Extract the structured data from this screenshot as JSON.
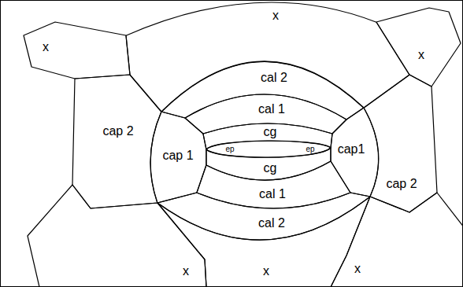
{
  "diagram": {
    "nodes": [
      {
        "text": [
          "x"
        ]
      },
      {
        "text": [
          "x"
        ]
      },
      {
        "text": [
          "x"
        ]
      },
      {
        "text": [
          "cal 2"
        ]
      },
      {
        "text": [
          "cap 2"
        ]
      },
      {
        "text": [
          "cal 1"
        ]
      },
      {
        "text": [
          "cap 1"
        ]
      },
      {
        "text": [
          "cg"
        ]
      },
      {
        "text": [
          "cap1"
        ]
      },
      {
        "text": [
          "ep",
          "ep"
        ]
      },
      {
        "text": [
          "cg"
        ]
      },
      {
        "text": [
          "cal 1"
        ]
      },
      {
        "text": [
          "cap 2"
        ]
      },
      {
        "text": [
          "cal 2"
        ]
      },
      {
        "text": [
          "x"
        ]
      },
      {
        "text": [
          "x"
        ]
      },
      {
        "text": [
          "x"
        ]
      }
    ]
  }
}
